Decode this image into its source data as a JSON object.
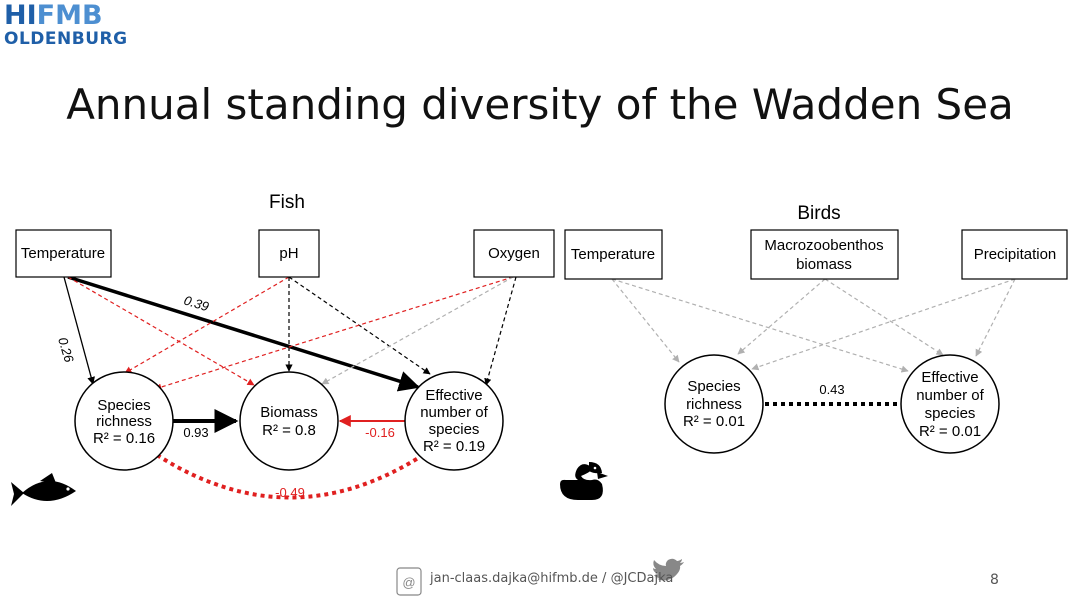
{
  "logo": {
    "line1_a": "HI",
    "line1_b": "FMB",
    "line2": "OLDENBURG"
  },
  "title": "Annual standing diversity of the Wadden Sea",
  "fish": {
    "heading": "Fish",
    "boxes": {
      "temperature": "Temperature",
      "ph": "pH",
      "oxygen": "Oxygen"
    },
    "nodes": {
      "richness": [
        "Species",
        "richness",
        "R² = 0.16"
      ],
      "biomass": [
        "Biomass",
        "R² = 0.8"
      ],
      "effective": [
        "Effective",
        "number of",
        "species",
        "R² = 0.19"
      ]
    },
    "coefficients": {
      "temp_effective": "0.39",
      "temp_richness": "0.26",
      "richness_biomass": "0.93",
      "effective_biomass": "-0.16",
      "richness_effective": "-0.49"
    }
  },
  "birds": {
    "heading": "Birds",
    "boxes": {
      "temperature": "Temperature",
      "macro": [
        "Macrozoobenthos",
        "biomass"
      ],
      "precipitation": "Precipitation"
    },
    "nodes": {
      "richness": [
        "Species",
        "richness",
        "R² = 0.01"
      ],
      "effective": [
        "Effective",
        "number of",
        "species",
        "R² = 0.01"
      ]
    },
    "coefficients": {
      "richness_effective": "0.43"
    }
  },
  "footer": {
    "text": "jan-claas.dajka@hifmb.de / @JCDajka",
    "page": "8"
  },
  "colors": {
    "positive": "#000000",
    "negative": "#e02020",
    "nonsignificant": "#b0b0b0",
    "brand": "#1f5fa8"
  },
  "icons": [
    "fish-icon",
    "duck-icon",
    "email-icon",
    "twitter-icon"
  ]
}
